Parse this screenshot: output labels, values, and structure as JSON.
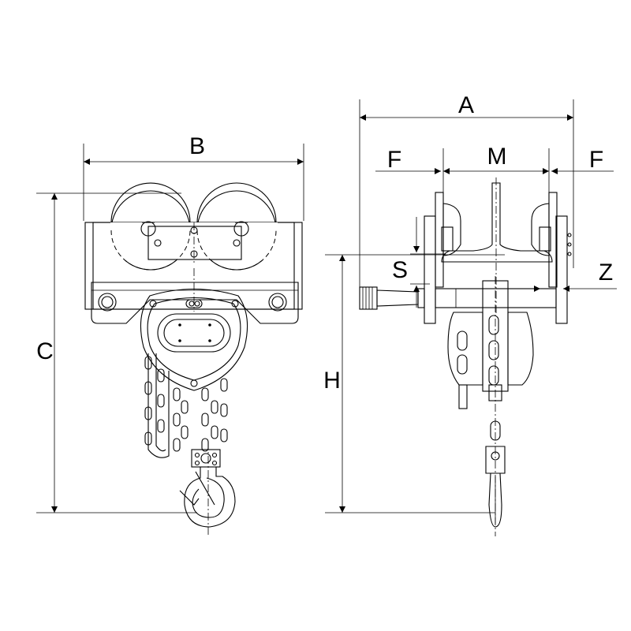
{
  "front_view": {
    "labels": {
      "width": "B",
      "height": "C"
    }
  },
  "side_view": {
    "labels": {
      "overall_width": "A",
      "flange_left": "F",
      "beam_span": "M",
      "flange_right": "F",
      "wheel_offset": "S",
      "clearance": "Z",
      "lift_height": "H"
    }
  }
}
